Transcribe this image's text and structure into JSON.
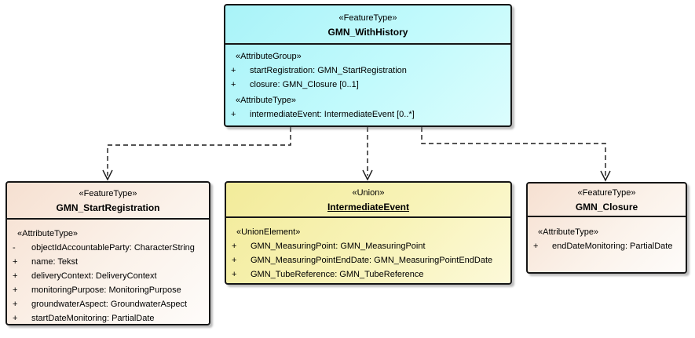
{
  "diagram": {
    "background_color": "#ffffff",
    "box_border_color": "#161616",
    "connector_color": "#1a1a1a",
    "fill_colors": {
      "cyan_from": "#a9f3f8",
      "cyan_to": "#dbfdfd",
      "peach_from": "#f6e0d1",
      "peach_to": "#fefcfa",
      "yellow_from": "#f2eb9a",
      "yellow_to": "#fcf9d9"
    }
  },
  "boxes": {
    "with_history": {
      "stereotype": "«FeatureType»",
      "name": "GMN_WithHistory",
      "sections": [
        {
          "heading": "«AttributeGroup»",
          "rows": [
            {
              "vis": "+",
              "text": "startRegistration: GMN_StartRegistration"
            },
            {
              "vis": "+",
              "text": "closure: GMN_Closure [0..1]"
            }
          ]
        },
        {
          "heading": "«AttributeType»",
          "rows": [
            {
              "vis": "+",
              "text": "intermediateEvent: IntermediateEvent [0..*]"
            }
          ]
        }
      ]
    },
    "start_registration": {
      "stereotype": "«FeatureType»",
      "name": "GMN_StartRegistration",
      "sections": [
        {
          "heading": "«AttributeType»",
          "rows": [
            {
              "vis": "-",
              "text": "objectIdAccountableParty: CharacterString"
            },
            {
              "vis": "+",
              "text": "name: Tekst"
            },
            {
              "vis": "+",
              "text": "deliveryContext: DeliveryContext"
            },
            {
              "vis": "+",
              "text": "monitoringPurpose: MonitoringPurpose"
            },
            {
              "vis": "+",
              "text": "groundwaterAspect: GroundwaterAspect"
            },
            {
              "vis": "+",
              "text": "startDateMonitoring: PartialDate"
            }
          ]
        }
      ]
    },
    "intermediate_event": {
      "stereotype": "«Union»",
      "name": "IntermediateEvent",
      "sections": [
        {
          "heading": "«UnionElement»",
          "rows": [
            {
              "vis": "+",
              "text": "GMN_MeasuringPoint: GMN_MeasuringPoint"
            },
            {
              "vis": "+",
              "text": "GMN_MeasuringPointEndDate: GMN_MeasuringPointEndDate"
            },
            {
              "vis": "+",
              "text": "GMN_TubeReference: GMN_TubeReference"
            }
          ]
        }
      ]
    },
    "closure": {
      "stereotype": "«FeatureType»",
      "name": "GMN_Closure",
      "sections": [
        {
          "heading": "«AttributeType»",
          "rows": [
            {
              "vis": "+",
              "text": "endDateMonitoring: PartialDate"
            }
          ]
        }
      ]
    }
  }
}
